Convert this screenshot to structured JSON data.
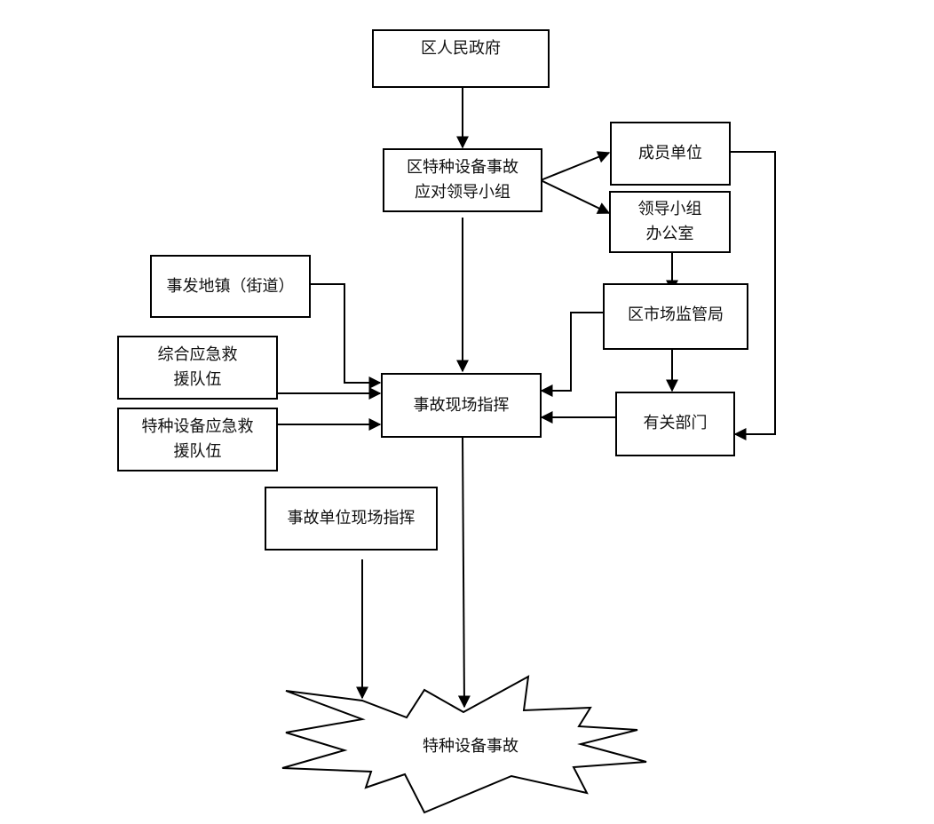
{
  "nodes": {
    "district_government": "区人民政府",
    "leading_group": "区特种设备事故\n应对领导小组",
    "member_units": "成员单位",
    "group_office": "领导小组\n办公室",
    "town_street": "事发地镇（街道）",
    "market_supervision": "区市场监管局",
    "comprehensive_team": "综合应急救\n援队伍",
    "site_command": "事故现场指挥",
    "special_equipment_team": "特种设备应急救\n援队伍",
    "related_departments": "有关部门",
    "unit_site_command": "事故单位现场指挥",
    "accident": "特种设备事故"
  },
  "colors": {
    "line": "#000000",
    "text": "#111111"
  }
}
